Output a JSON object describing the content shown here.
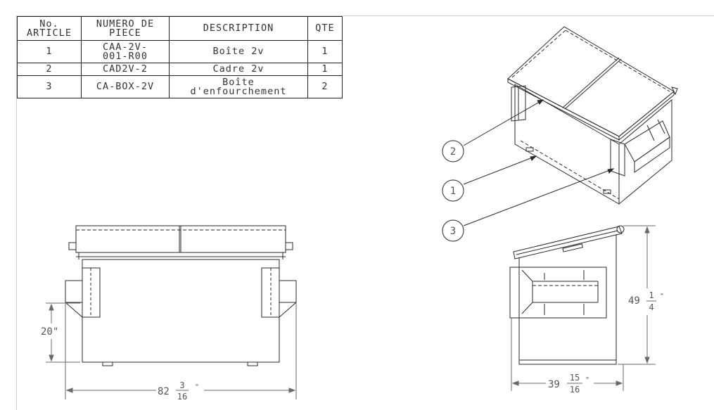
{
  "bom": {
    "headers": {
      "article": [
        "No.",
        "ARTICLE"
      ],
      "part_number": [
        "NUMERO DE",
        "PIECE"
      ],
      "description": "DESCRIPTION",
      "qty": "QTE"
    },
    "rows": [
      {
        "article": "1",
        "part_number": [
          "CAA-2V-",
          "001-R00"
        ],
        "description": [
          "Boîte 2v"
        ],
        "qty": "1"
      },
      {
        "article": "2",
        "part_number": [
          "CAD2V-2"
        ],
        "description": [
          "Cadre 2v"
        ],
        "qty": "1"
      },
      {
        "article": "3",
        "part_number": [
          "CA-BOX-2V"
        ],
        "description": [
          "Boîte",
          "d'enfourchement"
        ],
        "qty": "2"
      }
    ]
  },
  "balloons": [
    "2",
    "1",
    "3"
  ],
  "dimensions": {
    "width_whole": "82",
    "width_num": "3",
    "width_den": "16",
    "width_unit": "\"",
    "height": "20\"",
    "side_height_whole": "49",
    "side_height_num": "1",
    "side_height_den": "4",
    "side_height_unit": "\"",
    "side_width_whole": "39",
    "side_width_num": "15",
    "side_width_den": "16",
    "side_width_unit": "\""
  },
  "colors": {
    "line": "#2a2a2a",
    "dim": "#6a6a6a",
    "frame": "#cfcfcf"
  }
}
